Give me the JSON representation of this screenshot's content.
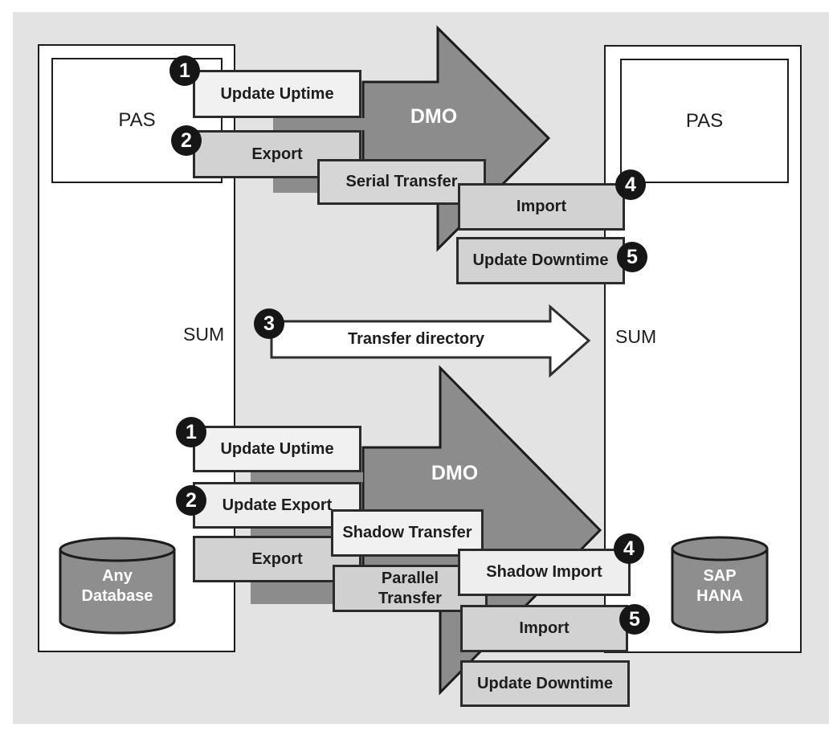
{
  "badges": {
    "b1": "1",
    "b2": "2",
    "b3": "3",
    "b4": "4",
    "b5": "5"
  },
  "left_host": {
    "sum_label": "SUM",
    "pas_label": "PAS",
    "database_label": "Any Database"
  },
  "right_host": {
    "sum_label": "SUM",
    "pas_label": "PAS",
    "database_label": "SAP HANA"
  },
  "serial_flow": {
    "dmo_label": "DMO",
    "update_uptime": "Update Uptime",
    "export": "Export",
    "serial_transfer": "Serial Transfer",
    "import": "Import",
    "update_downtime": "Update Downtime"
  },
  "transfer_directory": {
    "label": "Transfer directory"
  },
  "parallel_flow": {
    "dmo_label": "DMO",
    "update_uptime": "Update Uptime",
    "update_export": "Update Export",
    "export": "Export",
    "shadow_transfer": "Shadow Transfer",
    "parallel_transfer": "Parallel Transfer",
    "shadow_import": "Shadow Import",
    "import": "Import",
    "update_downtime": "Update Downtime"
  },
  "colors": {
    "canvas": "#e3e3e3",
    "arrow_gray": "#8c8c8c",
    "box_light": "#f1f1f1",
    "box_medium": "#d2d2d2",
    "border_dark": "#1c1c1c",
    "badge_black": "#161616",
    "white": "#ffffff"
  }
}
